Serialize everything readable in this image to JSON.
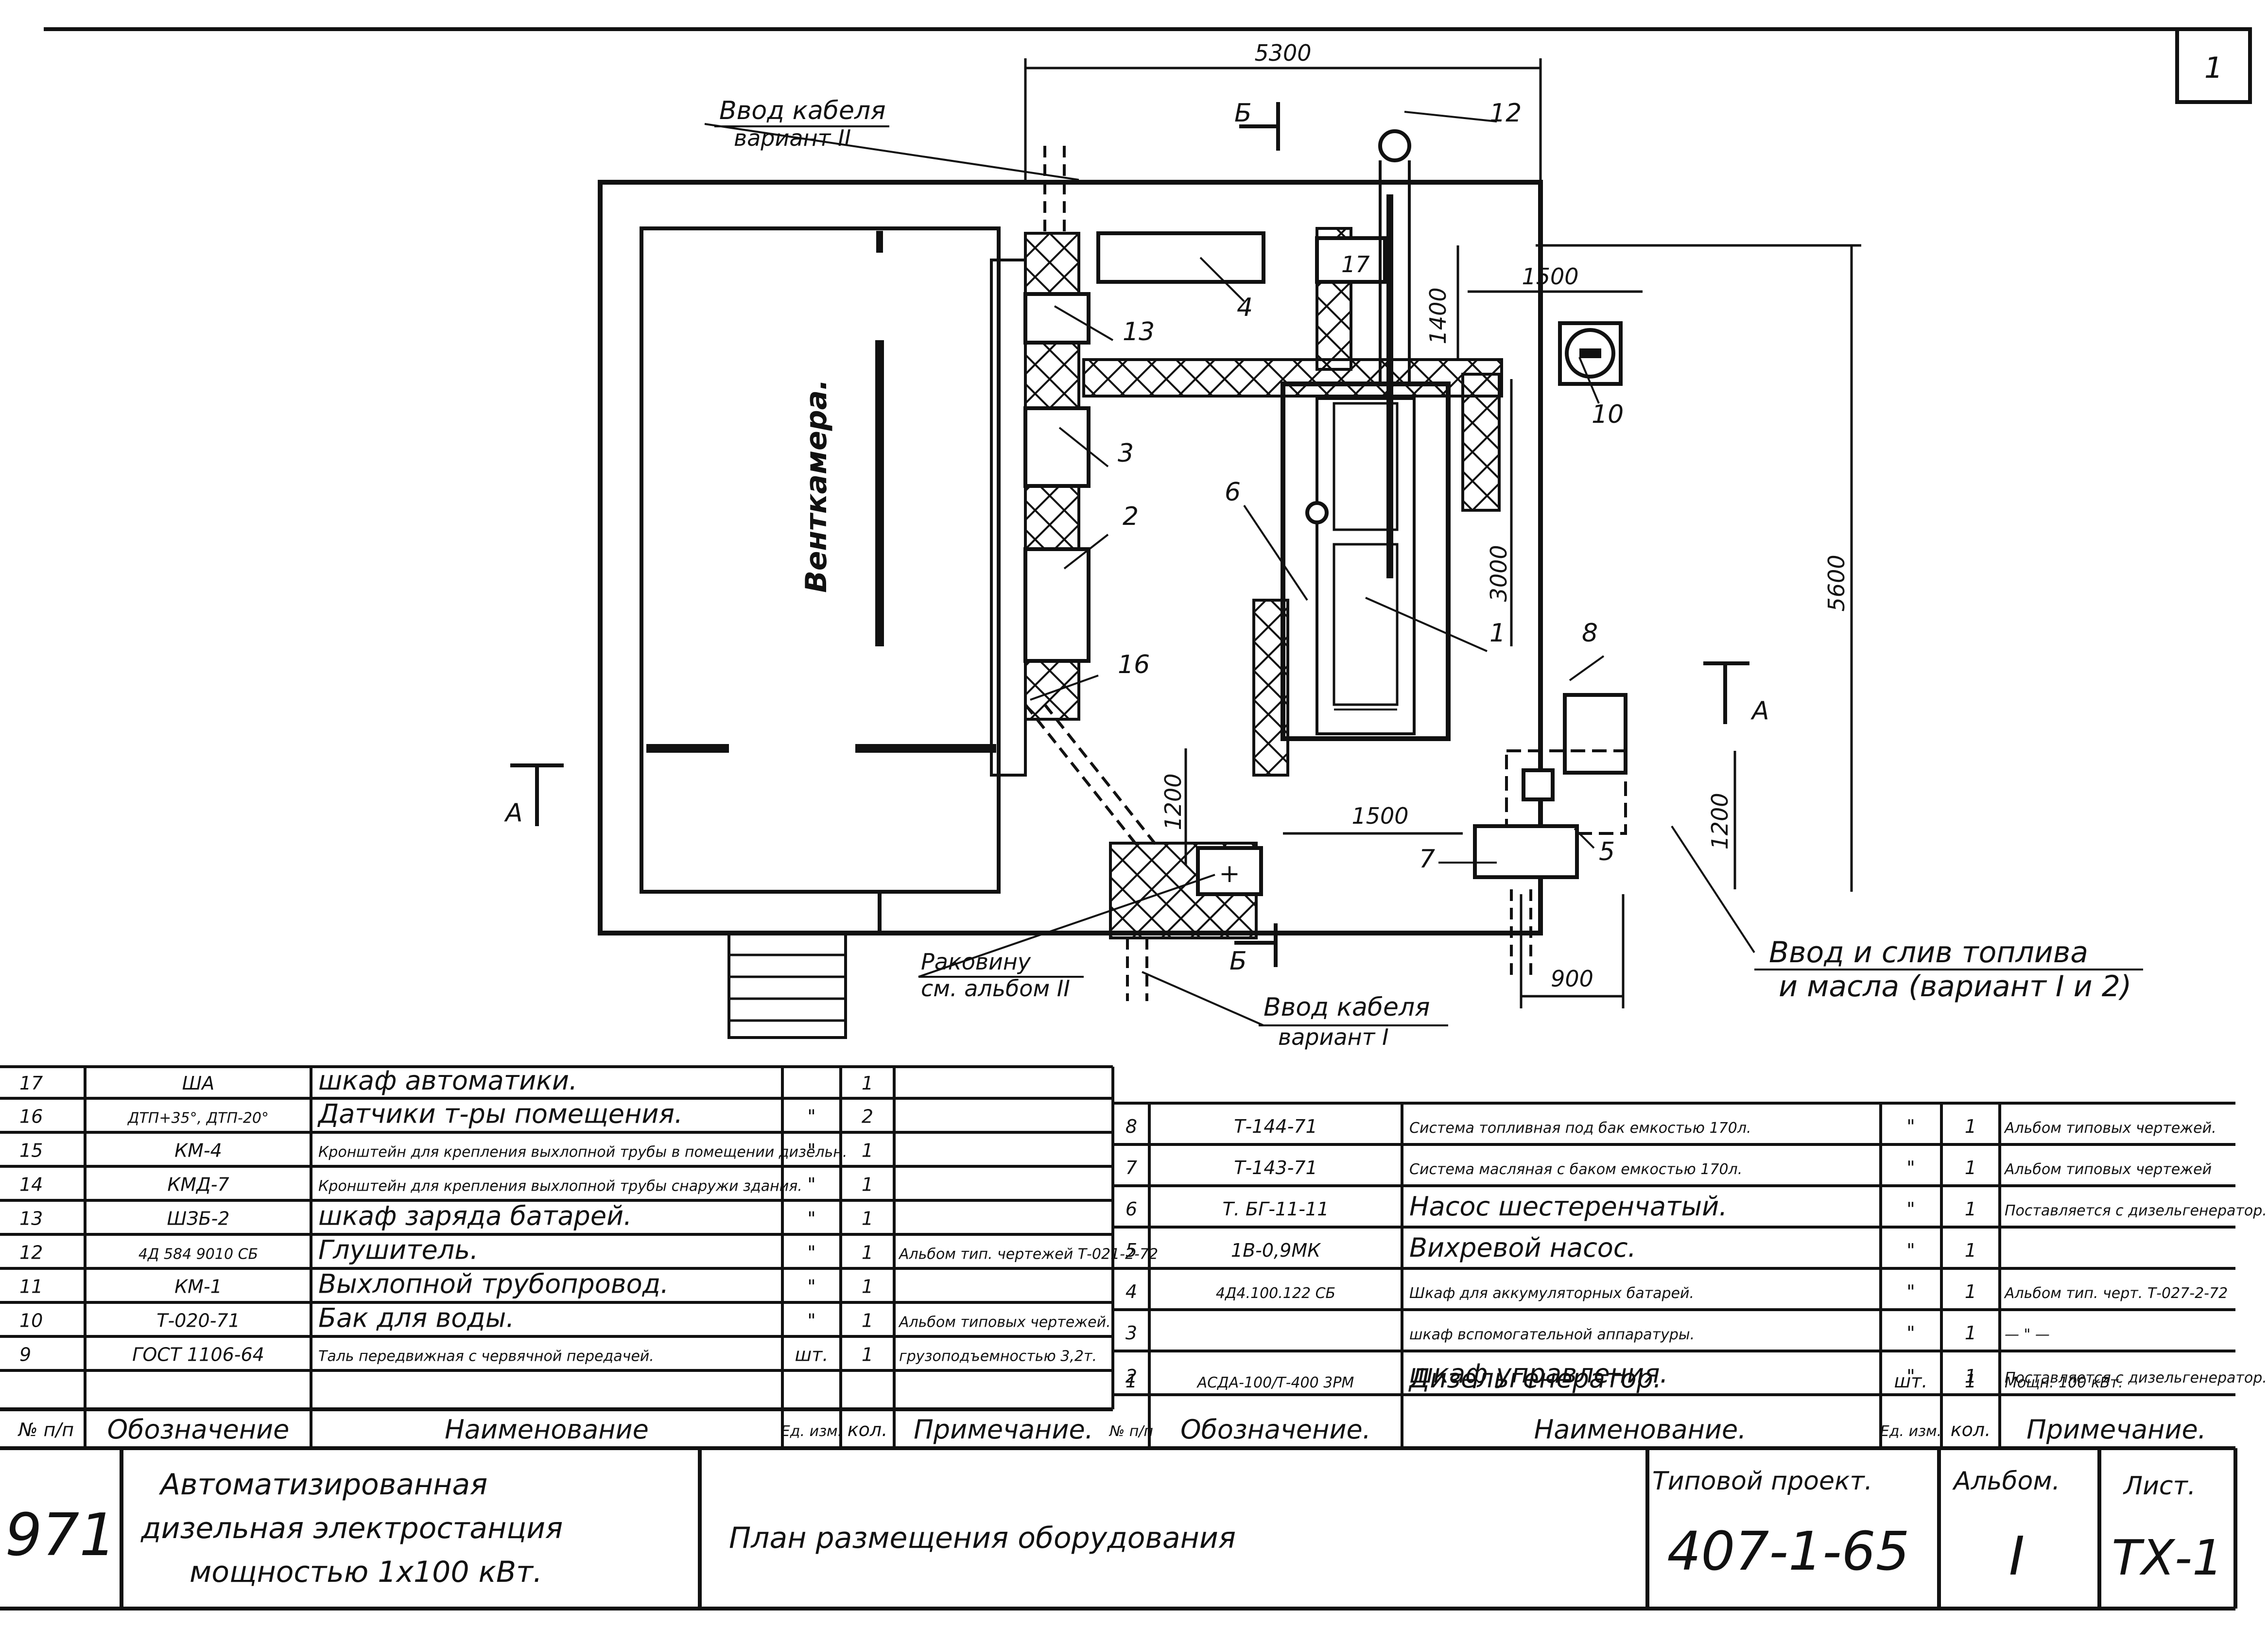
{
  "corner_mark": "1",
  "plan": {
    "room_label": "Венткамера.",
    "dims": {
      "top_width": "5300",
      "height_total": "5600",
      "d1400": "1400",
      "d1500_top": "1500",
      "d3000": "3000",
      "d1500_bottom": "1500",
      "d1200_left": "1200",
      "d1200_right": "1200",
      "d900": "900"
    },
    "section_marks": {
      "a": "А",
      "b": "Б"
    },
    "callouts": [
      "1",
      "2",
      "3",
      "4",
      "5",
      "6",
      "7",
      "8",
      "10",
      "12",
      "13",
      "16",
      "17"
    ],
    "notes": {
      "cable_v2_line1": "Ввод кабеля",
      "cable_v2_line2": "вариант II",
      "cable_v1_line1": "Ввод кабеля",
      "cable_v1_line2": "вариант I",
      "sink_line1": "Раковину",
      "sink_line2": "см. альбом II",
      "fuel_line1": "Ввод и слив топлива",
      "fuel_line2": "и масла (вариант I и 2)"
    }
  },
  "spec_left": {
    "headers": [
      "Обозначение",
      "Наименование",
      "Ед. изм.",
      "кол.",
      "Примечание."
    ],
    "rows": [
      {
        "n": "17",
        "code": "ША",
        "name": "шкаф автоматики.",
        "unit": "",
        "qty": "1",
        "note": ""
      },
      {
        "n": "16",
        "code": "ДТП+35°, ДТП-20°",
        "name": "Датчики т-ры помещения.",
        "unit": "\"",
        "qty": "2",
        "note": ""
      },
      {
        "n": "15",
        "code": "КМ-4",
        "name": "Кронштейн для крепления выхлопной трубы в помещении дизельн.",
        "unit": "\"",
        "qty": "1",
        "note": ""
      },
      {
        "n": "14",
        "code": "КМД-7",
        "name": "Кронштейн для крепления выхлопной трубы снаружи здания.",
        "unit": "\"",
        "qty": "1",
        "note": ""
      },
      {
        "n": "13",
        "code": "ШЗБ-2",
        "name": "шкаф заряда батарей.",
        "unit": "\"",
        "qty": "1",
        "note": ""
      },
      {
        "n": "12",
        "code": "4Д 584 9010 СБ",
        "name": "Глушитель.",
        "unit": "\"",
        "qty": "1",
        "note": "Альбом тип. чертежей Т-021-2-72"
      },
      {
        "n": "11",
        "code": "КМ-1",
        "name": "Выхлопной трубопровод.",
        "unit": "\"",
        "qty": "1",
        "note": ""
      },
      {
        "n": "10",
        "code": "Т-020-71",
        "name": "Бак для воды.",
        "unit": "\"",
        "qty": "1",
        "note": "Альбом типовых чертежей."
      },
      {
        "n": "9",
        "code": "ГОСТ 1106-64",
        "name": "Таль передвижная с червячной передачей.",
        "unit": "шт.",
        "qty": "1",
        "note": "грузоподъемностью 3,2т."
      }
    ],
    "row_num_header": "№ п/п"
  },
  "spec_right": {
    "headers": [
      "№ п/п",
      "Обозначение.",
      "Наименование.",
      "Ед. изм.",
      "кол.",
      "Примечание."
    ],
    "rows": [
      {
        "n": "8",
        "code": "Т-144-71",
        "name": "Система топливная под бак емкостью 170л.",
        "unit": "\"",
        "qty": "1",
        "note": "Альбом типовых чертежей."
      },
      {
        "n": "7",
        "code": "Т-143-71",
        "name": "Система масляная с баком емкостью 170л.",
        "unit": "\"",
        "qty": "1",
        "note": "Альбом типовых чертежей"
      },
      {
        "n": "6",
        "code": "Т. БГ-11-11",
        "name": "Насос шестеренчатый.",
        "unit": "\"",
        "qty": "1",
        "note": "Поставляется с дизельгенератор."
      },
      {
        "n": "5",
        "code": "1В-0,9МК",
        "name": "Вихревой насос.",
        "unit": "\"",
        "qty": "1",
        "note": ""
      },
      {
        "n": "4",
        "code": "4Д4.100.122 СБ",
        "name": "Шкаф для аккумуляторных батарей.",
        "unit": "\"",
        "qty": "1",
        "note": "Альбом тип. черт. Т-027-2-72"
      },
      {
        "n": "3",
        "code": "",
        "name": "шкаф вспомогательной аппаратуры.",
        "unit": "\"",
        "qty": "1",
        "note": "— \" —"
      },
      {
        "n": "2",
        "code": "",
        "name": "шкаф управления.",
        "unit": "\"",
        "qty": "1",
        "note": "Поставляется с дизельгенератор."
      },
      {
        "n": "1",
        "code": "АСДА-100/Т-400 3РМ",
        "name": "Дизельгенератор.",
        "unit": "шт.",
        "qty": "1",
        "note": "Мощн. 100 кВт."
      }
    ]
  },
  "title_block": {
    "sheet_code": "971",
    "object_line1": "Автоматизированная",
    "object_line2": "дизельная электростанция",
    "object_line3": "мощностью 1х100 кВт.",
    "drawing_title": "План размещения оборудования",
    "project_label": "Типовой проект.",
    "project_value": "407-1-65",
    "album_label": "Альбом.",
    "album_value": "I",
    "sheet_label": "Лист.",
    "sheet_value": "ТХ-1"
  },
  "colors": {
    "ink": "#111111",
    "paper": "#ffffff"
  }
}
